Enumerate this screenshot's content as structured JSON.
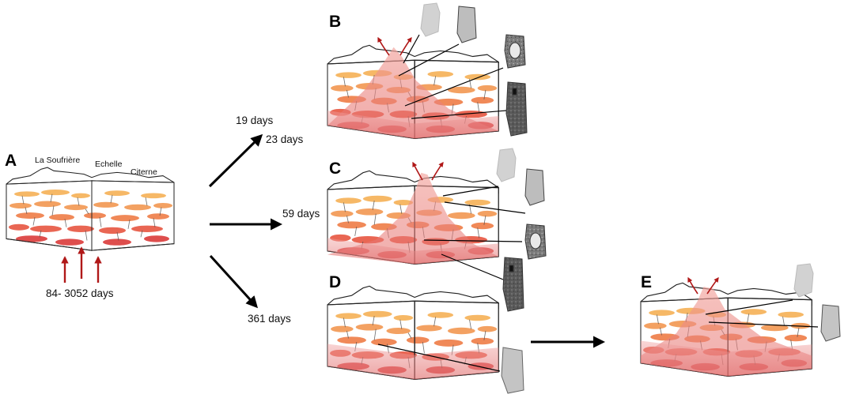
{
  "panels": [
    {
      "id": "A",
      "label": "A"
    },
    {
      "id": "B",
      "label": "B"
    },
    {
      "id": "C",
      "label": "C"
    },
    {
      "id": "D",
      "label": "D"
    },
    {
      "id": "E",
      "label": "E"
    }
  ],
  "volcanoes": {
    "soufriere": "La Soufrière",
    "echelle": "Echelle",
    "citerne": "Citerne"
  },
  "durations": {
    "recharge": "84- 3052 days",
    "b_first": "19 days",
    "b_second": "23 days",
    "c": "59 days",
    "d": "361 days"
  },
  "colors": {
    "lens_light": "#f6b25a",
    "lens_mid": "#ef7f4a",
    "lens_deep": "#e2453f",
    "plume": "#f08b86",
    "arrow_red": "#b01818",
    "sample_light": "#d2d2d2",
    "sample_dark": "#555555"
  }
}
